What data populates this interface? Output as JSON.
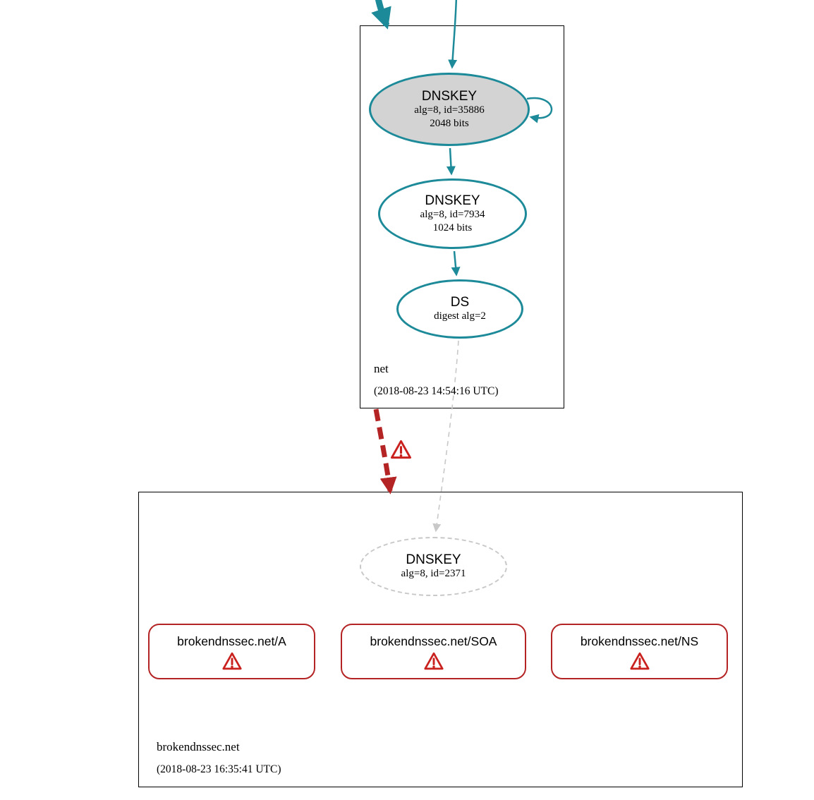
{
  "page": {
    "background": "#ffffff"
  },
  "colors": {
    "teal": "#1d8a99",
    "red": "#b42424",
    "warning_red": "#c9211e",
    "node_fill_gray": "#d3d3d3",
    "dashed_gray": "#c8c8c8",
    "border_black": "#000000"
  },
  "icons": {
    "warning": "⚠"
  },
  "zones": {
    "net": {
      "name": "net",
      "timestamp": "(2018-08-23 14:54:16 UTC)",
      "nodes": {
        "ksk": {
          "title": "DNSKEY",
          "detail1": "alg=8, id=35886",
          "detail2": "2048 bits"
        },
        "zsk": {
          "title": "DNSKEY",
          "detail1": "alg=8, id=7934",
          "detail2": "1024 bits"
        },
        "ds": {
          "title": "DS",
          "detail1": "digest alg=2"
        }
      }
    },
    "brokendnssec_net": {
      "name": "brokendnssec.net",
      "timestamp": "(2018-08-23 16:35:41 UTC)",
      "nodes": {
        "dnskey": {
          "title": "DNSKEY",
          "detail1": "alg=8, id=2371"
        }
      },
      "rrsets": [
        {
          "label": "brokendnssec.net/A"
        },
        {
          "label": "brokendnssec.net/SOA"
        },
        {
          "label": "brokendnssec.net/NS"
        }
      ]
    }
  }
}
